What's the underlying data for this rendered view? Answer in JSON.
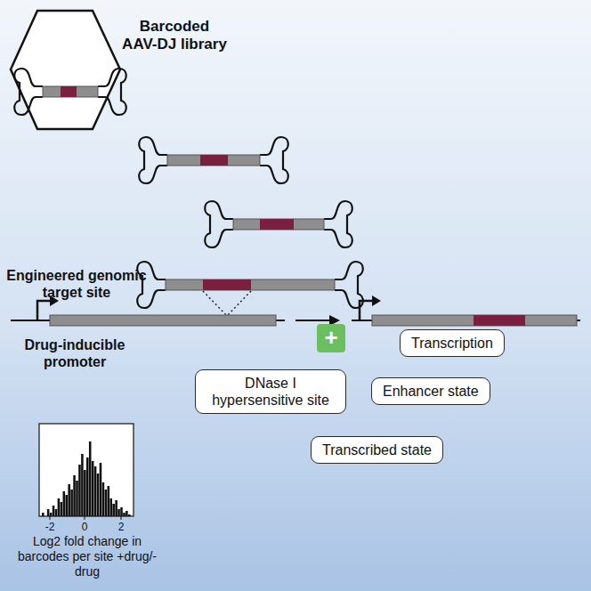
{
  "diagram": {
    "nodes": [
      {
        "text": [
          "+"
        ]
      },
      {
        "text": [
          "Transcription"
        ]
      },
      {
        "text": [
          "DNase I hypersensitive site"
        ]
      },
      {
        "text": [
          "Enhancer state"
        ]
      },
      {
        "text": [
          "Transcribed state"
        ]
      }
    ],
    "labels": [
      "Barcoded AAV-DJ library",
      "Engineered genomic target site",
      "Drug-inducible promoter",
      "-2",
      "0",
      "2",
      "Log2 fold change in barcodes per site +drug/-drug"
    ]
  }
}
